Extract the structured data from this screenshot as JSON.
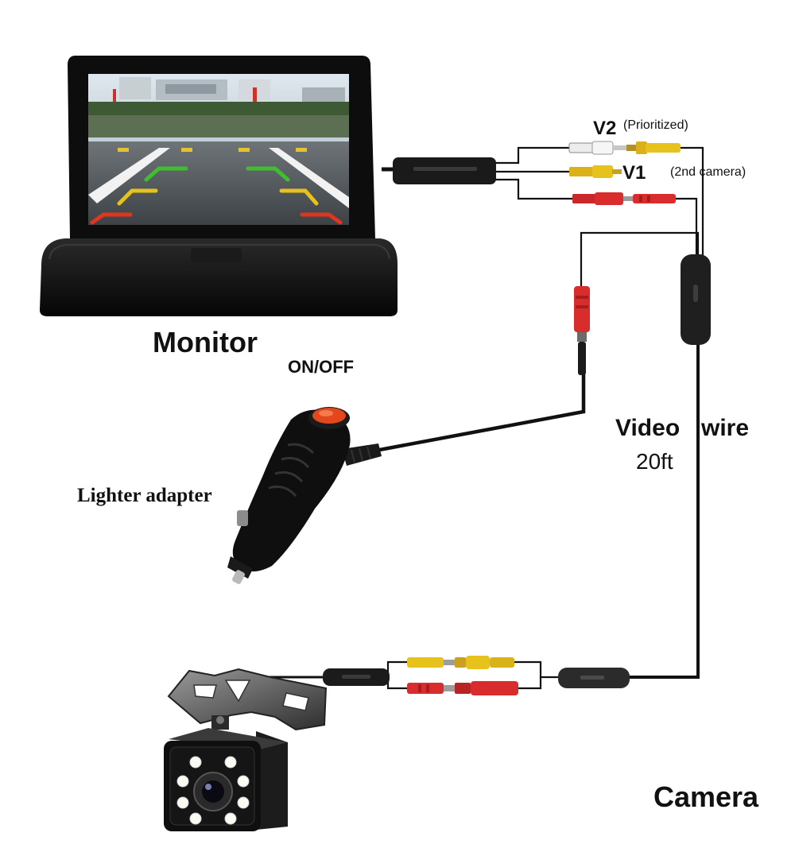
{
  "labels": {
    "monitor": "Monitor",
    "on_off": "ON/OFF",
    "v2": "V2",
    "prioritized": "(Prioritized)",
    "v1": "V1",
    "second_camera": "(2nd camera)",
    "video_wire_a": "Video",
    "video_wire_b": "wire",
    "length": "20ft",
    "lighter_adapter": "Lighter adapter",
    "camera": "Camera"
  },
  "colors": {
    "cable": "#111111",
    "rca_yellow": "#e8c21c",
    "rca_red": "#d92d2d",
    "rca_white": "#f2f2f2",
    "switch_red": "#e2481c",
    "led_white": "#fbfbf4"
  },
  "icons": [
    "monitor-icon",
    "lighter-adapter-icon",
    "camera-icon",
    "rca-connector-icon"
  ]
}
